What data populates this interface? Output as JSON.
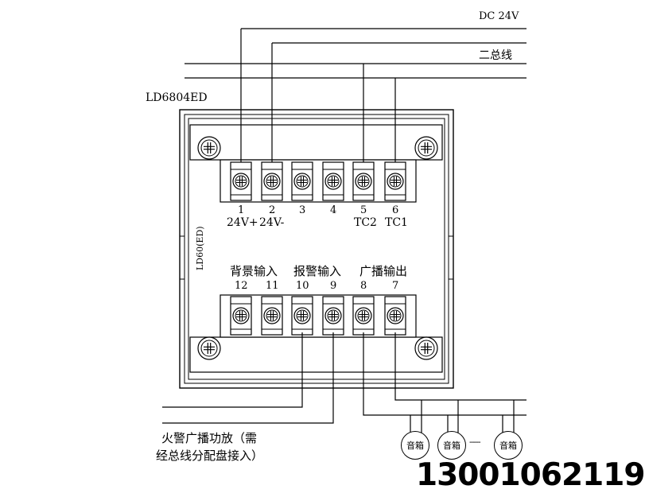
{
  "bus": {
    "dc_label": "DC 24V",
    "two_bus_label": "二总线"
  },
  "module": {
    "model": "LD6804ED",
    "side_label": "LD60(ED)"
  },
  "top_terminals": [
    {
      "num": "1",
      "sig": "24V+"
    },
    {
      "num": "2",
      "sig": "24V-"
    },
    {
      "num": "3",
      "sig": ""
    },
    {
      "num": "4",
      "sig": ""
    },
    {
      "num": "5",
      "sig": "TC2"
    },
    {
      "num": "6",
      "sig": "TC1"
    }
  ],
  "bottom_groups": {
    "background_input": "背景输入",
    "alarm_input": "报警输入",
    "broadcast_output": "广播输出"
  },
  "bottom_terminals": [
    "12",
    "11",
    "10",
    "9",
    "8",
    "7"
  ],
  "note": {
    "line1": "火警广播功放（需",
    "line2": "经总线分配盘接入）"
  },
  "speakers": {
    "label": "音箱",
    "dash": "-----",
    "count": 3
  },
  "phone": "13001062119"
}
